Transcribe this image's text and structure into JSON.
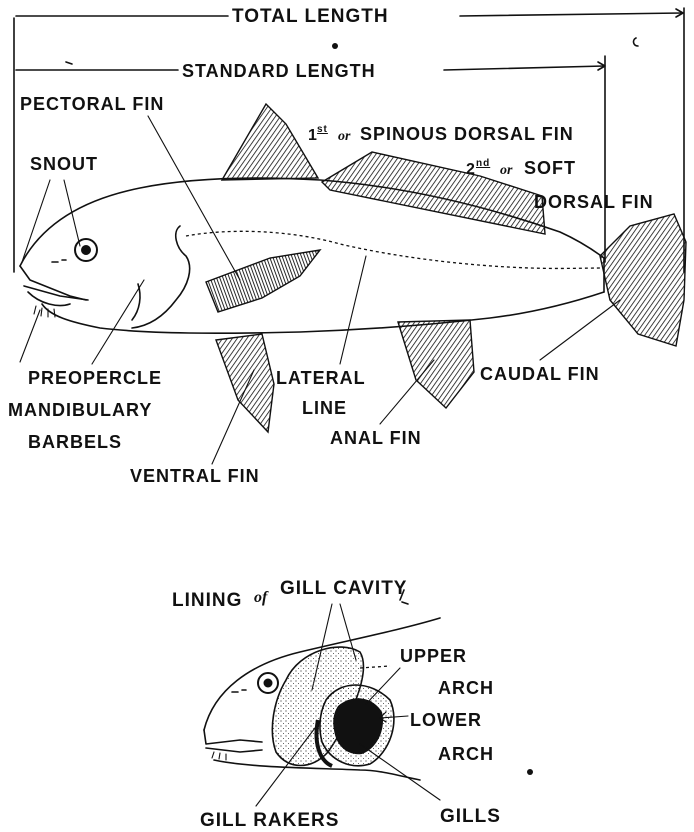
{
  "labels": {
    "total_length": "TOTAL LENGTH",
    "standard_length": "STANDARD LENGTH",
    "pectoral_fin": "PECTORAL FIN",
    "first": "1",
    "first_sup": "st",
    "or_1": "or",
    "spinous_dorsal_fin": "SPINOUS DORSAL FIN",
    "second": "2",
    "second_sup": "nd",
    "or_2": "or",
    "soft": "SOFT",
    "dorsal_fin": "DORSAL FIN",
    "snout": "SNOUT",
    "preopercle": "PREOPERCLE",
    "mandibulary": "MANDIBULARY",
    "barbels": "BARBELS",
    "lateral": "LATERAL",
    "line": "LINE",
    "caudal_fin": "CAUDAL FIN",
    "anal_fin": "ANAL FIN",
    "ventral_fin": "VENTRAL FIN",
    "lining": "LINING",
    "of": "of",
    "gill_cavity": "GILL CAVITY",
    "upper": "UPPER",
    "arch_upper": "ARCH",
    "lower": "LOWER",
    "arch_lower": "ARCH",
    "gill_rakers": "GILL RAKERS",
    "gills": "GILLS"
  }
}
